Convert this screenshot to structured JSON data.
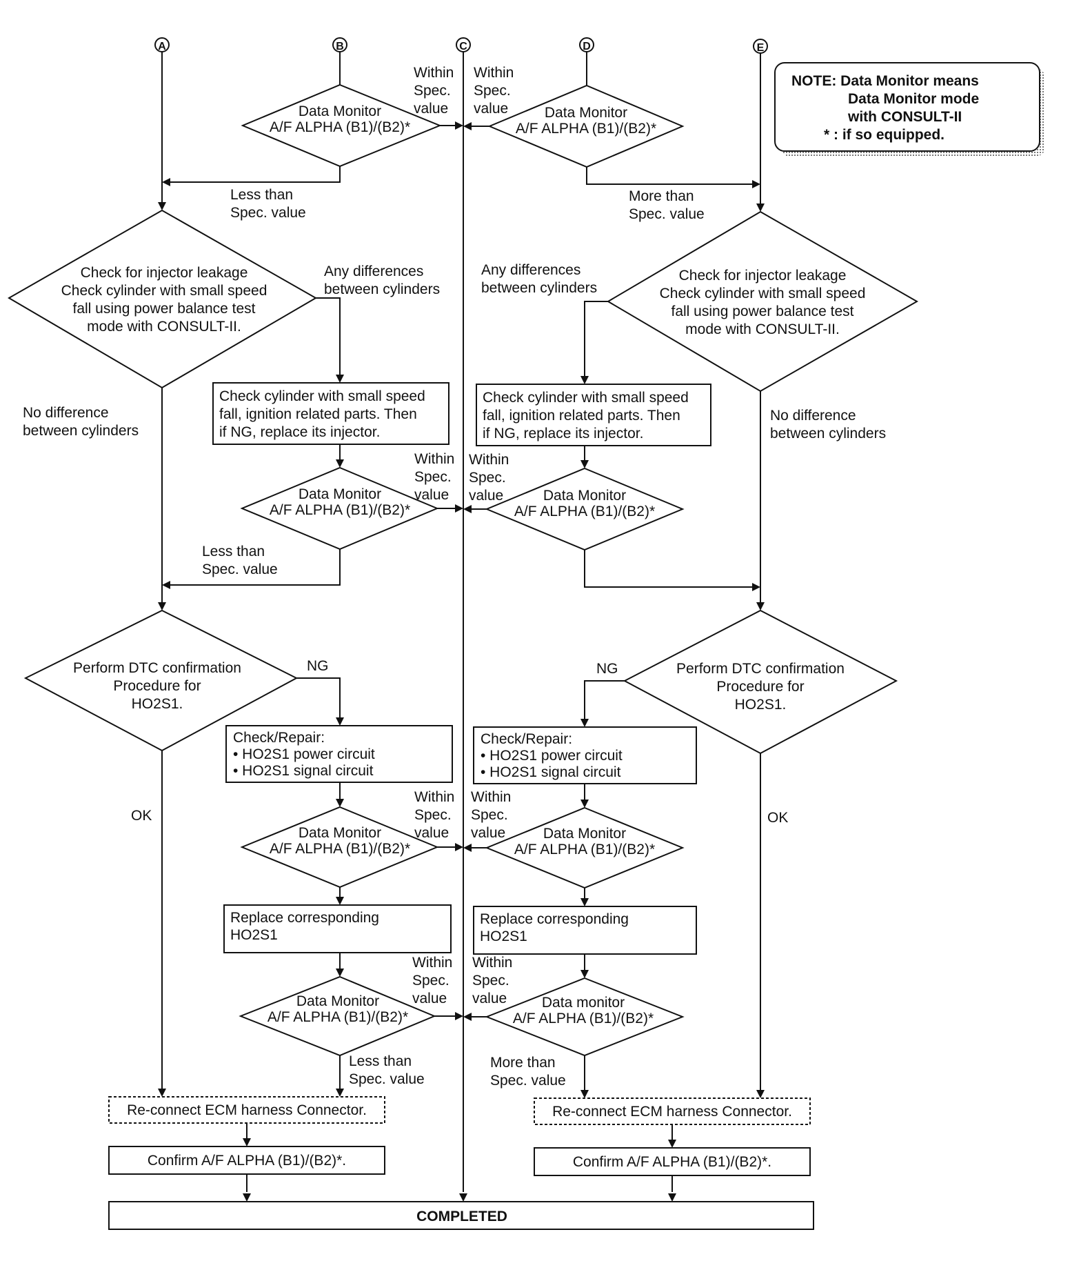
{
  "connectors": [
    "A",
    "B",
    "C",
    "D",
    "E"
  ],
  "note": {
    "line1": "NOTE:  Data Monitor means",
    "line2": "Data Monitor mode",
    "line3": "with CONSULT-II",
    "line4": "* :  if so equipped."
  },
  "labels": {
    "within_spec": [
      "Within",
      "Spec.",
      "value"
    ],
    "less_than_spec": [
      "Less than",
      "Spec. value"
    ],
    "more_than_spec": [
      "More than",
      "Spec. value"
    ],
    "any_differences": [
      "Any differences",
      "between cylinders"
    ],
    "no_difference": [
      "No difference",
      "between cylinders"
    ],
    "ng": "NG",
    "ok": "OK"
  },
  "decisions": {
    "data_monitor": [
      "Data Monitor",
      "A/F ALPHA (B1)/(B2)*"
    ],
    "data_monitor_lower": [
      "Data monitor",
      "A/F ALPHA (B1)/(B2)*"
    ],
    "injector_leak": [
      "Check for injector leakage",
      "Check cylinder with small speed",
      "fall using power balance test",
      "mode with CONSULT-II."
    ],
    "dtc_confirm": [
      "Perform DTC confirmation",
      "Procedure for",
      "HO2S1."
    ]
  },
  "boxes": {
    "check_cylinder": [
      "Check cylinder with small speed",
      "fall, ignition related parts. Then",
      "if NG, replace its injector."
    ],
    "check_repair": [
      "Check/Repair:",
      "• HO2S1 power circuit",
      "• HO2S1 signal circuit"
    ],
    "replace_ho2s1": [
      "Replace corresponding",
      "HO2S1"
    ],
    "reconnect_ecm": "Re-connect ECM harness Connector.",
    "confirm_af": "Confirm A/F ALPHA (B1)/(B2)*.",
    "completed": "COMPLETED"
  }
}
